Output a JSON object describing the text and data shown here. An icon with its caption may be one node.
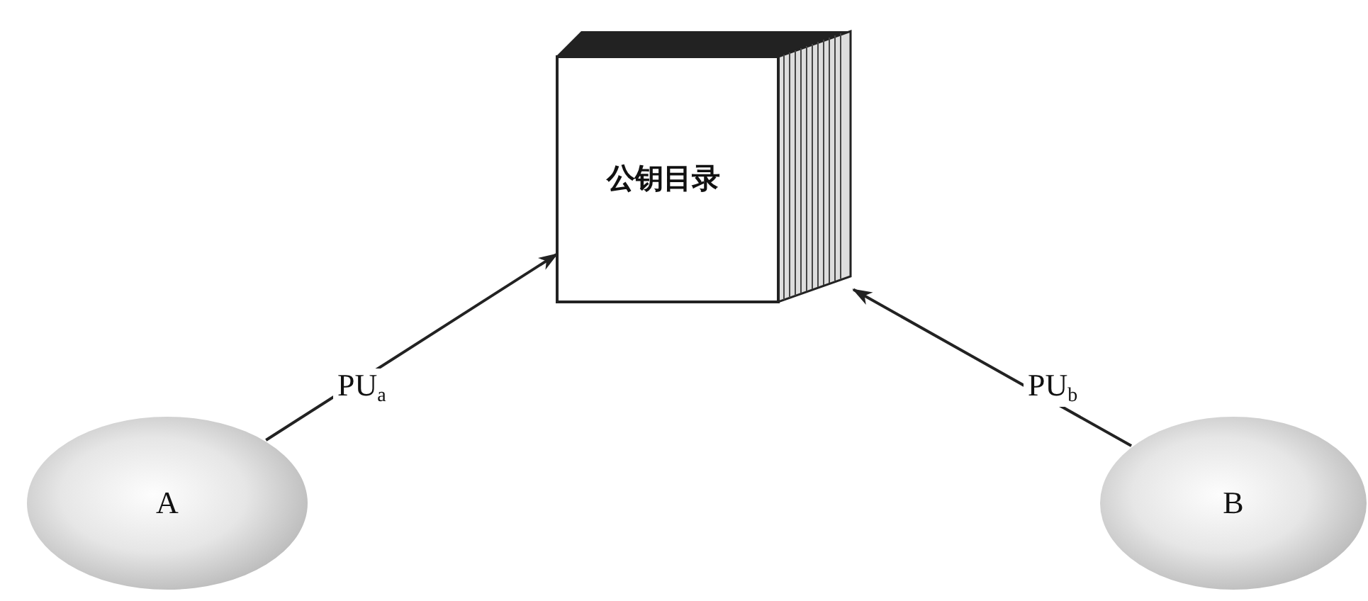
{
  "diagram": {
    "nodes": [
      {
        "text": [
          "公钥目录"
        ]
      },
      {
        "text": [
          "A"
        ]
      },
      {
        "text": [
          "B"
        ]
      }
    ],
    "edges": [
      {
        "from": 1,
        "to": 0,
        "arrow": "to",
        "label": "PU$_{a}$"
      },
      {
        "from": 2,
        "to": 0,
        "arrow": "to",
        "label": "PU$_{b}$"
      }
    ]
  }
}
